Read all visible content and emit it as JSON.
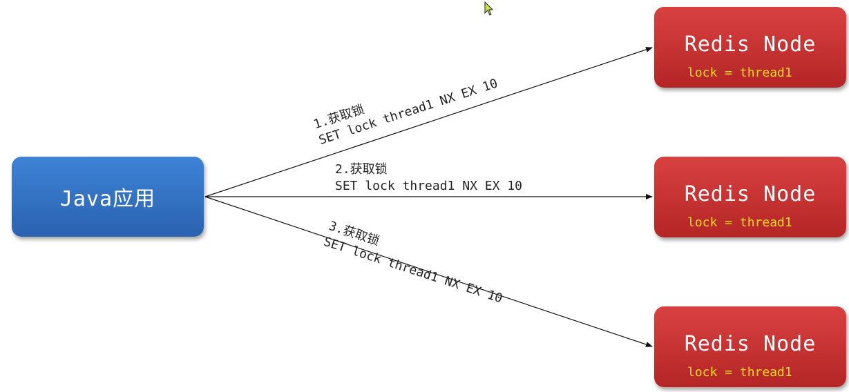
{
  "java_node": {
    "label": "Java应用"
  },
  "redis_nodes": [
    {
      "title": "Redis Node",
      "lock_text": "lock = thread1"
    },
    {
      "title": "Redis Node",
      "lock_text": "lock = thread1"
    },
    {
      "title": "Redis Node",
      "lock_text": "lock = thread1"
    }
  ],
  "edges": [
    {
      "step": "1.获取锁",
      "command": "SET lock thread1 NX EX 10"
    },
    {
      "step": "2.获取锁",
      "command": "SET lock thread1 NX EX 10"
    },
    {
      "step": "3.获取锁",
      "command": "SET lock thread1 NX EX 10"
    }
  ],
  "colors": {
    "java_fill": "#3a78c8",
    "redis_fill": "#c83232",
    "lock_text": "#f5dc23",
    "arrow": "#111111"
  }
}
